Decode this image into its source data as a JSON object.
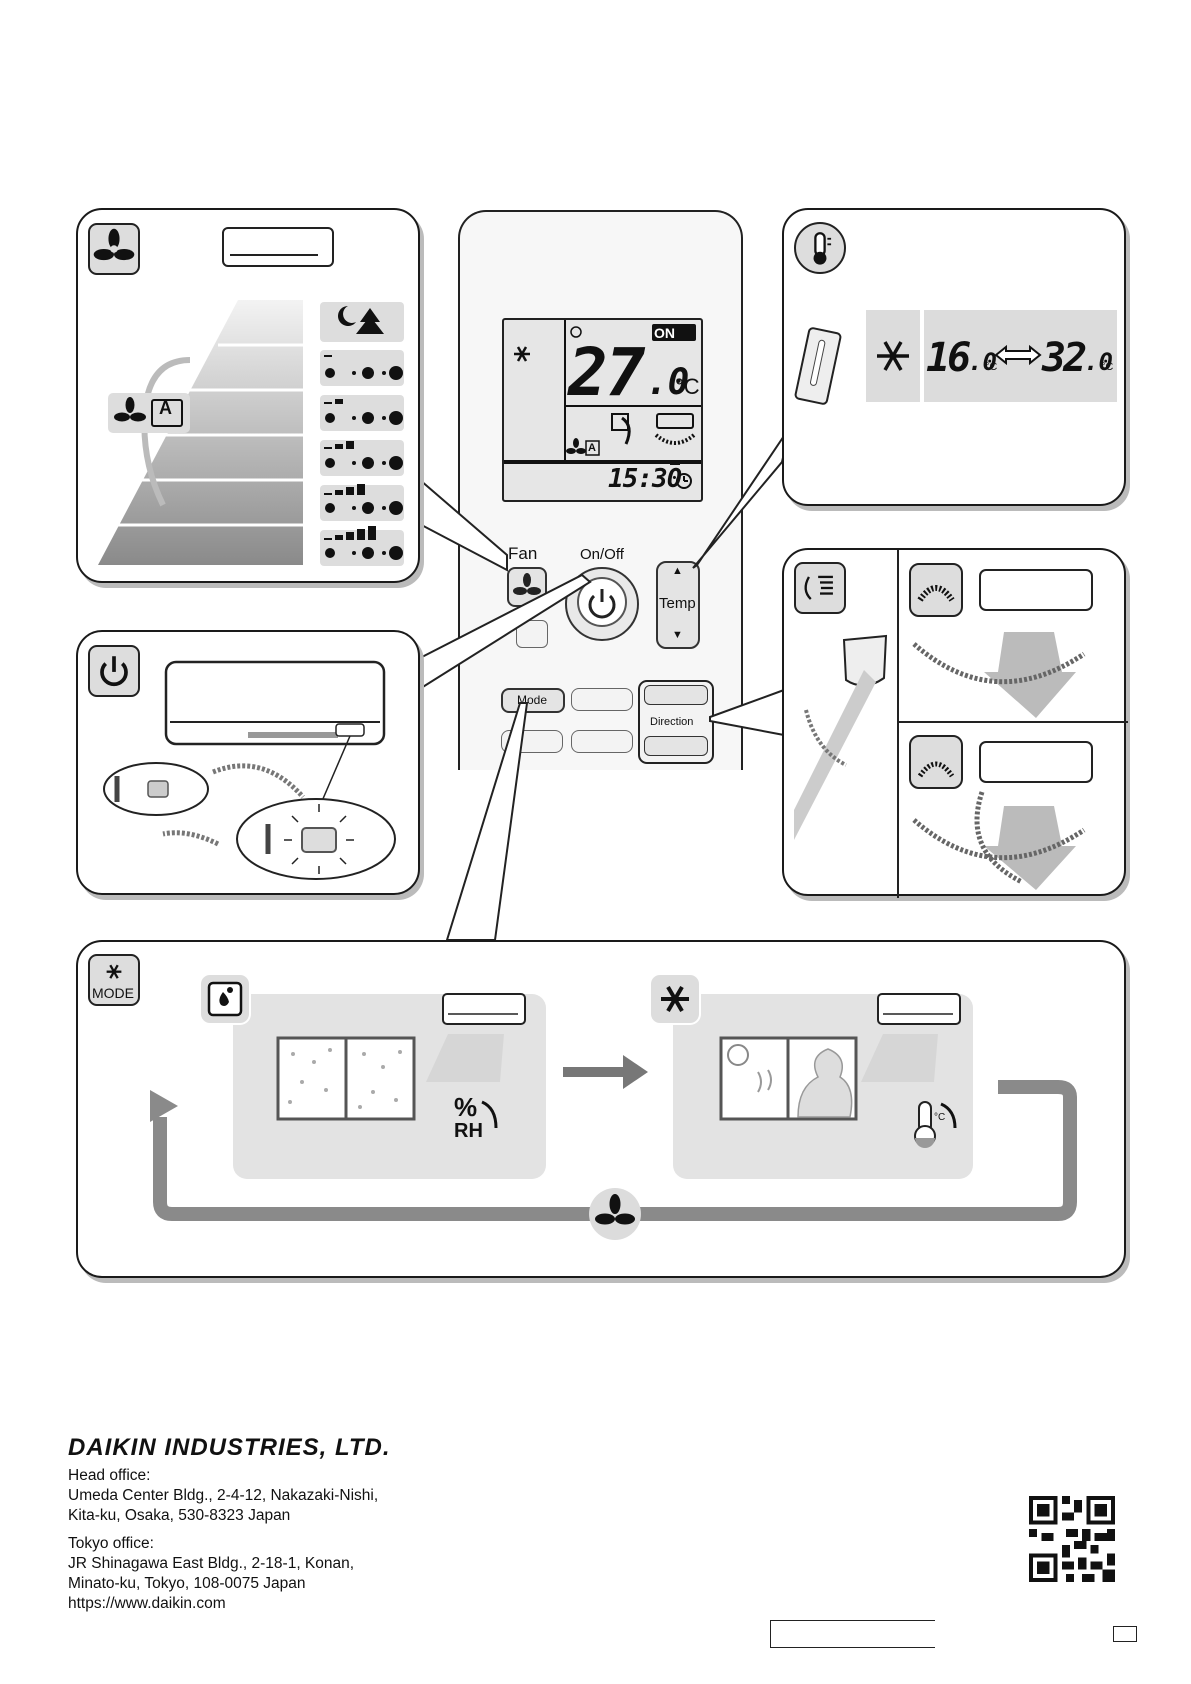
{
  "remote": {
    "lcd_on": "ON",
    "lcd_temp_main": "27",
    "lcd_temp_dec": ".0",
    "lcd_unit": "°C",
    "lcd_time": "15:30",
    "auto_fan_letter": "A",
    "fan_label": "Fan",
    "onoff_label": "On/Off",
    "temp_label": "Temp",
    "mode_label": "Mode",
    "direction_label": "Direction"
  },
  "temp_panel": {
    "min_main": "16",
    "min_dec": ".0",
    "max_main": "32",
    "max_dec": ".0",
    "unit": "°C"
  },
  "mode_panel": {
    "icon_text": "MODE",
    "rh_label": "RH",
    "rh_percent": "%",
    "deg_label": "°C"
  },
  "fan_panel": {
    "auto_letter": "A"
  },
  "footer": {
    "company": "DAIKIN INDUSTRIES, LTD.",
    "head_office_title": "Head office:",
    "head_office_lines": [
      "Umeda Center Bldg., 2-4-12, Nakazaki-Nishi,",
      "Kita-ku, Osaka, 530-8323 Japan"
    ],
    "tokyo_office_title": "Tokyo office:",
    "tokyo_office_lines": [
      "JR Shinagawa East Bldg., 2-18-1, Konan,",
      "Minato-ku, Tokyo, 108-0075 Japan"
    ],
    "url": "https://www.daikin.com"
  },
  "colors": {
    "panel_border": "#1a1a1a",
    "icon_bg": "#dcdcdc",
    "lcd_bg": "#e6e6e6"
  }
}
